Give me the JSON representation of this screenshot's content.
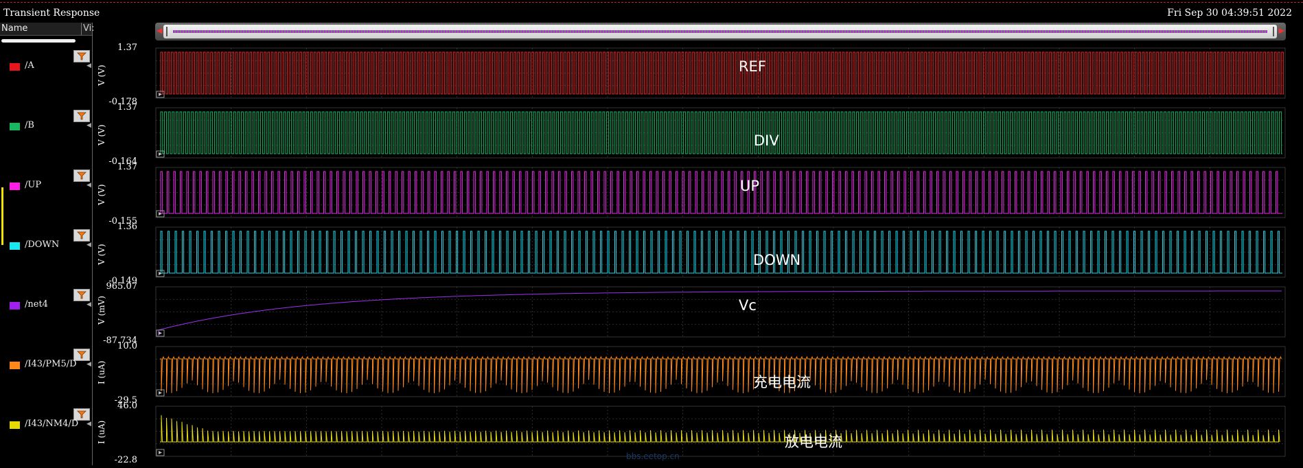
{
  "window": {
    "title": "Transient Response",
    "datetime": "Fri Sep 30 04:39:51 2022"
  },
  "sidebar": {
    "col_name": "Name",
    "col_vis": "Vi:",
    "signals": [
      {
        "name": "/A",
        "color": "#e8161c"
      },
      {
        "name": "/B",
        "color": "#18b860"
      },
      {
        "name": "/UP",
        "color": "#ff1ee6"
      },
      {
        "name": "/DOWN",
        "color": "#18e8f0"
      },
      {
        "name": "/net4",
        "color": "#a020f0"
      },
      {
        "name": "/I43/PM5/D",
        "color": "#ff8818"
      },
      {
        "name": "/I43/NM4/D",
        "color": "#e6d800"
      }
    ]
  },
  "plots": [
    {
      "ymax": "1.37",
      "ymin": "-0.178",
      "unit": "V (V)",
      "label": "REF",
      "color": "#e02828"
    },
    {
      "ymax": "1.37",
      "ymin": "-0.164",
      "unit": "V (V)",
      "label": "DIV",
      "color": "#1cb868"
    },
    {
      "ymax": "1.37",
      "ymin": "-0.155",
      "unit": "V (V)",
      "label": "UP",
      "color": "#ee28ee"
    },
    {
      "ymax": "1.36",
      "ymin": "-0.149",
      "unit": "V (V)",
      "label": "DOWN",
      "color": "#20d8e8"
    },
    {
      "ymax": "965.07",
      "ymin": "-87.734",
      "unit": "V (mV)",
      "label": "Vc",
      "color": "#a030f0"
    },
    {
      "ymax": "10.0",
      "ymin": "-29.5",
      "unit": "I (uA)",
      "label": "充电电流",
      "color": "#ff8a18"
    },
    {
      "ymax": "46.0",
      "ymin": "-22.8",
      "unit": "I (uA)",
      "label": "放电电流",
      "color": "#e8dc10"
    }
  ],
  "watermark": "bbs.eetop.cn"
}
